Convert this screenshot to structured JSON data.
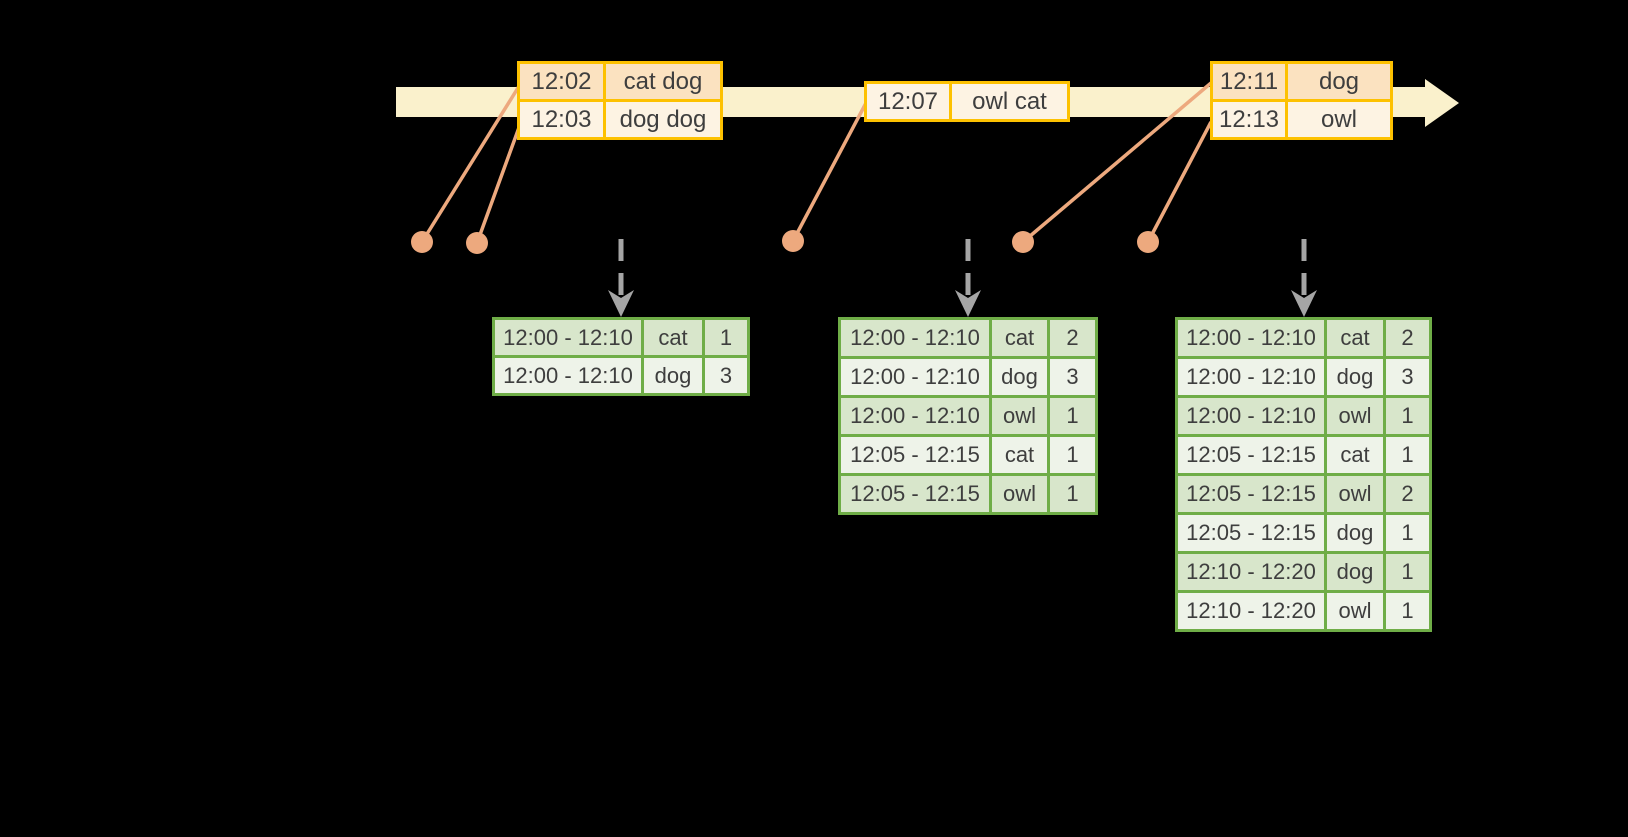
{
  "diagram": {
    "background_color": "#000000",
    "colors": {
      "timeline_fill": "#faf1cc",
      "event_border": "#fdc101",
      "event_row_dark": "#fbe2c0",
      "event_row_light": "#fdf3e3",
      "connector": "#eda97e",
      "trigger_arrow": "#a5a5a5",
      "result_border": "#6fad47",
      "result_row_dark": "#d8e6cb",
      "result_row_light": "#eef3e9",
      "text": "#3e3e3e"
    },
    "events": {
      "tables": [
        {
          "rows": [
            {
              "time": "12:02",
              "data": "cat dog"
            },
            {
              "time": "12:03",
              "data": "dog dog"
            }
          ]
        },
        {
          "rows": [
            {
              "time": "12:07",
              "data": "owl cat"
            }
          ]
        },
        {
          "rows": [
            {
              "time": "12:11",
              "data": "dog"
            },
            {
              "time": "12:13",
              "data": "owl"
            }
          ]
        }
      ]
    },
    "results": {
      "tables": [
        {
          "rows": [
            {
              "window": "12:00 - 12:10",
              "word": "cat",
              "count": "1"
            },
            {
              "window": "12:00 - 12:10",
              "word": "dog",
              "count": "3"
            }
          ]
        },
        {
          "rows": [
            {
              "window": "12:00 - 12:10",
              "word": "cat",
              "count": "2"
            },
            {
              "window": "12:00 - 12:10",
              "word": "dog",
              "count": "3"
            },
            {
              "window": "12:00 - 12:10",
              "word": "owl",
              "count": "1"
            },
            {
              "window": "12:05 - 12:15",
              "word": "cat",
              "count": "1"
            },
            {
              "window": "12:05 - 12:15",
              "word": "owl",
              "count": "1"
            }
          ]
        },
        {
          "rows": [
            {
              "window": "12:00 - 12:10",
              "word": "cat",
              "count": "2"
            },
            {
              "window": "12:00 - 12:10",
              "word": "dog",
              "count": "3"
            },
            {
              "window": "12:00 - 12:10",
              "word": "owl",
              "count": "1"
            },
            {
              "window": "12:05 - 12:15",
              "word": "cat",
              "count": "1"
            },
            {
              "window": "12:05 - 12:15",
              "word": "owl",
              "count": "2"
            },
            {
              "window": "12:05 - 12:15",
              "word": "dog",
              "count": "1"
            },
            {
              "window": "12:10 - 12:20",
              "word": "dog",
              "count": "1"
            },
            {
              "window": "12:10 - 12:20",
              "word": "owl",
              "count": "1"
            }
          ]
        }
      ]
    }
  }
}
